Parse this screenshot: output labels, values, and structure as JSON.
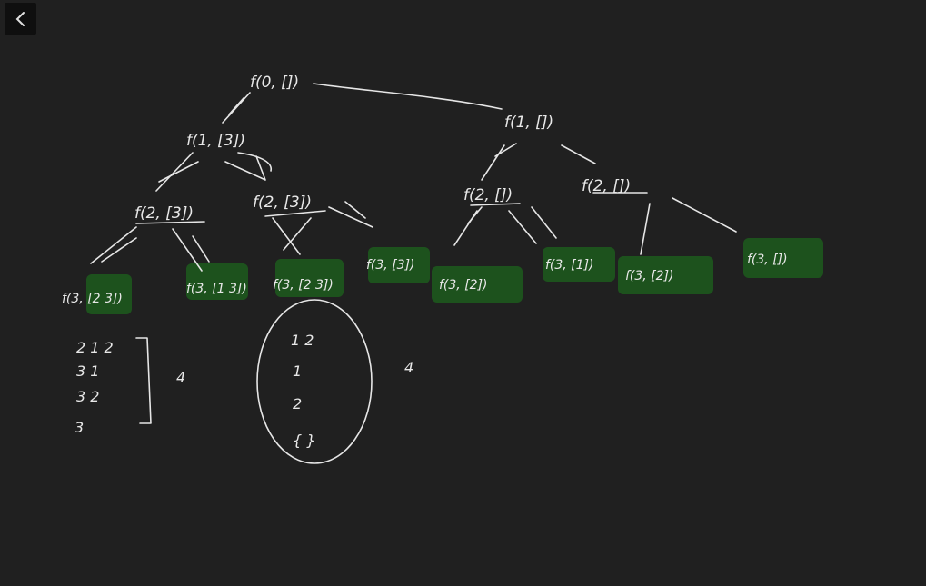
{
  "toolbar": {
    "back_icon": "chevron-left-icon"
  },
  "tree": {
    "root": "f(0, [])",
    "level1": [
      "f(1, [3])",
      "f(1, [])"
    ],
    "level2": [
      "f(2, [3])",
      "f(2, [3])",
      "f(2, [])",
      "f(2, [])"
    ],
    "leaves": [
      "f(3, [2 3])",
      "f(3, [1 3])",
      "f(3, [2 3])",
      "f(3, [3])",
      "f(3, [2])",
      "f(3, [1])",
      "f(3, [2])",
      "f(3, [])"
    ]
  },
  "list": {
    "rows": [
      "2 1 2",
      "3 1",
      "3 2",
      "3"
    ],
    "count": "4"
  },
  "circle": {
    "rows": [
      "1   2",
      "1",
      "2",
      "{ }"
    ],
    "count": "4"
  },
  "colors": {
    "background": "#202020",
    "ink": "#e6e6e6",
    "highlight": "#1d5c1d"
  }
}
